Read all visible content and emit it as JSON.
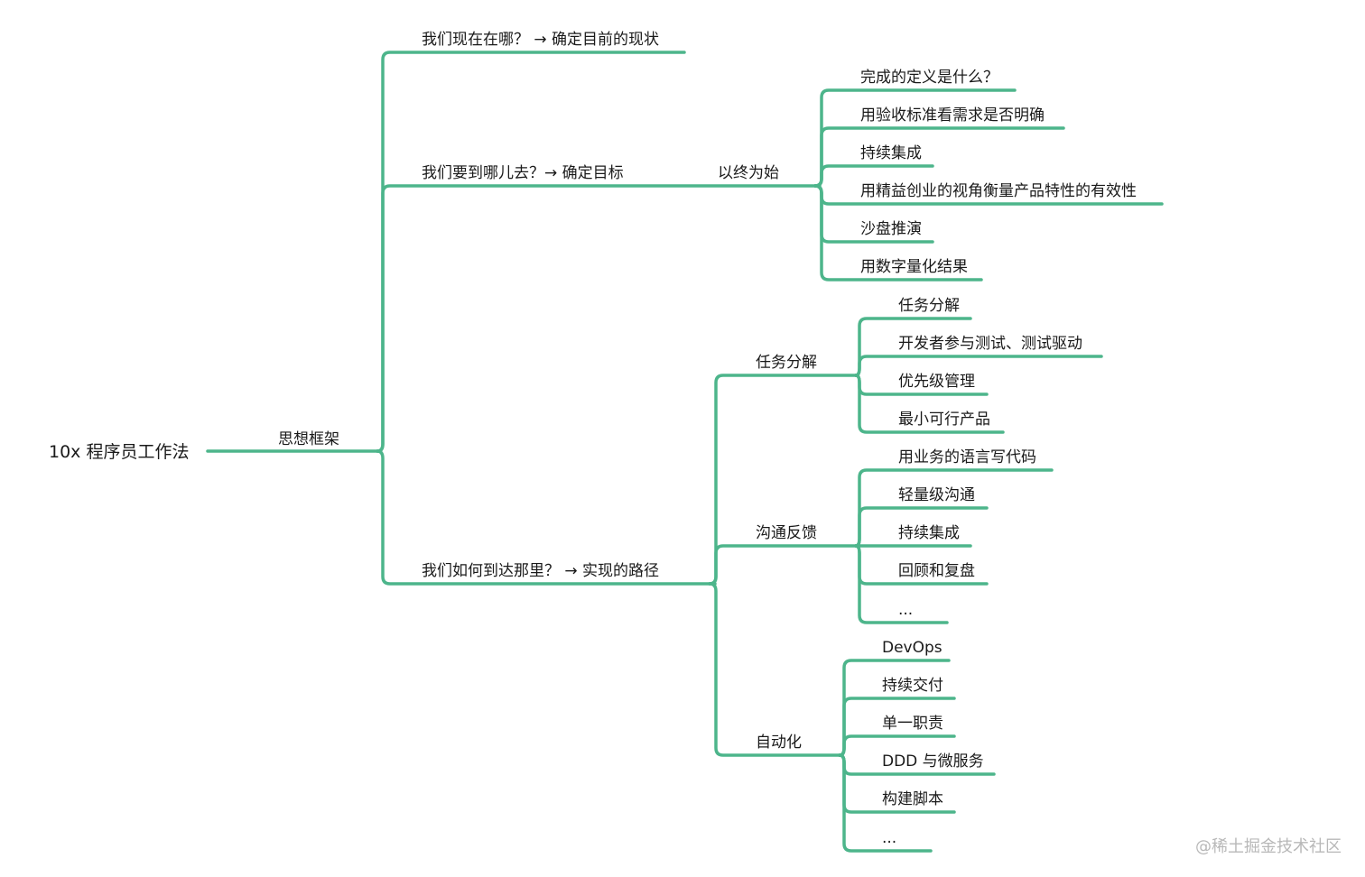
{
  "colors": {
    "line": "#4db58b",
    "text": "#1a1a1a"
  },
  "root": "10x 程序员工作法",
  "framework": "思想框架",
  "branches": [
    {
      "label": "我们现在在哪？ → 确定目前的现状"
    },
    {
      "label": "我们要到哪儿去？→ 确定目标",
      "child": "以终为始",
      "items": [
        "完成的定义是什么？",
        "用验收标准看需求是否明确",
        "持续集成",
        "用精益创业的视角衡量产品特性的有效性",
        "沙盘推演",
        "用数字量化结果"
      ]
    },
    {
      "label": "我们如何到达那里？ → 实现的路径",
      "groups": [
        {
          "label": "任务分解",
          "items": [
            "任务分解",
            "开发者参与测试、测试驱动",
            "优先级管理",
            "最小可行产品"
          ]
        },
        {
          "label": "沟通反馈",
          "items": [
            "用业务的语言写代码",
            "轻量级沟通",
            "持续集成",
            "回顾和复盘",
            "..."
          ]
        },
        {
          "label": "自动化",
          "items": [
            "DevOps",
            "持续交付",
            "单一职责",
            "DDD 与微服务",
            "构建脚本",
            "..."
          ]
        }
      ]
    }
  ],
  "watermark": "@稀土掘金技术社区"
}
